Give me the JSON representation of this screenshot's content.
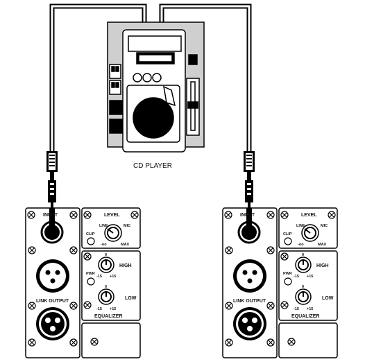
{
  "diagram": {
    "cd_player_label": "CD PLAYER",
    "units": [
      {
        "input_label": "INPUT",
        "link_output_label": "LINK OUTPUT",
        "level": {
          "label": "LEVEL",
          "line": "LINE",
          "mic": "MIC",
          "min": "-oo",
          "max": "MAX",
          "clip": "CLIP"
        },
        "eq": {
          "label": "EQUALIZER",
          "pwr": "PWR",
          "high": "HIGH",
          "low": "LOW",
          "zero": "0",
          "minus": "-15",
          "plus": "+15"
        }
      },
      {
        "input_label": "INPUT",
        "link_output_label": "LINK OUTPUT",
        "level": {
          "label": "LEVEL",
          "line": "LINE",
          "mic": "MIC",
          "min": "-oo",
          "max": "MAX",
          "clip": "CLIP"
        },
        "eq": {
          "label": "EQUALIZER",
          "pwr": "PWR",
          "high": "HIGH",
          "low": "LOW",
          "zero": "0",
          "minus": "-15",
          "plus": "+15"
        }
      }
    ]
  }
}
